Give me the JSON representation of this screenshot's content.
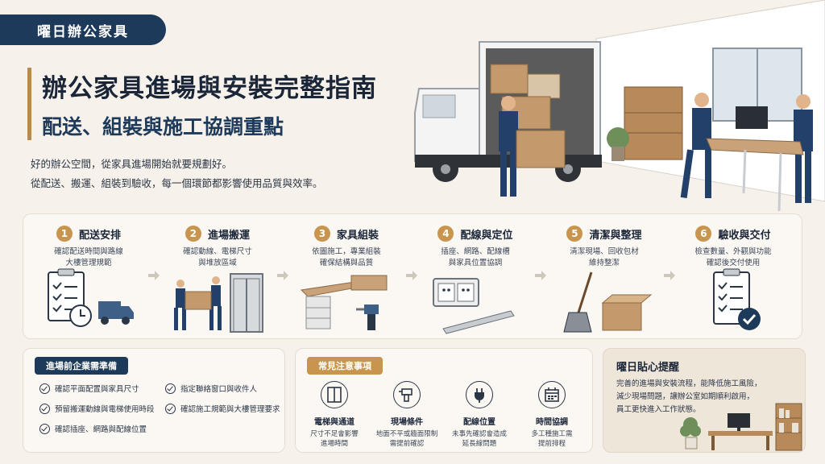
{
  "brand": "曜日辦公家具",
  "title": "辦公家具進場與安裝完整指南",
  "subtitle": "配送、組裝與施工協調重點",
  "intro": [
    "好的辦公空間，從家具進場開始就要規劃好。",
    "從配送、搬運、組裝到驗收，每一個環節都影響使用品質與效率。"
  ],
  "steps": [
    {
      "num": "1",
      "title": "配送安排",
      "desc": "確認配送時間與路線\n大樓管理規範",
      "icon": "clipboard-clock-truck-icon"
    },
    {
      "num": "2",
      "title": "進場搬運",
      "desc": "確認動線、電梯尺寸\n與堆放區域",
      "icon": "workers-elevator-icon"
    },
    {
      "num": "3",
      "title": "家具組裝",
      "desc": "依圖施工，專業組裝\n確保結構與品質",
      "icon": "desk-drill-icon"
    },
    {
      "num": "4",
      "title": "配線與定位",
      "desc": "插座、網路、配線槽\n與家具位置協調",
      "icon": "outlet-cable-tray-icon"
    },
    {
      "num": "5",
      "title": "清潔與整理",
      "desc": "清潔現場、回收包材\n維持整潔",
      "icon": "broom-box-icon"
    },
    {
      "num": "6",
      "title": "驗收與交付",
      "desc": "檢查數量、外觀與功能\n確認後交付使用",
      "icon": "checklist-approved-icon"
    }
  ],
  "prep": {
    "title": "進場前企業需準備",
    "items": [
      "確認平面配置與家具尺寸",
      "指定聯絡窗口與收件人",
      "預留搬運動線與電梯使用時段",
      "確認施工規範與大樓管理要求",
      "確認插座、網路與配線位置"
    ]
  },
  "notes": {
    "title": "常見注意事項",
    "items": [
      {
        "title": "電梯與通道",
        "desc": "尺寸不足會影響\n進場時間",
        "icon": "elevator-icon"
      },
      {
        "title": "現場條件",
        "desc": "地面不平或牆面限制\n需提前確認",
        "icon": "drill-icon"
      },
      {
        "title": "配線位置",
        "desc": "未事先確認會造成\n延長線問題",
        "icon": "plug-icon"
      },
      {
        "title": "時間協調",
        "desc": "多工種施工需\n提前排程",
        "icon": "calendar-icon"
      }
    ]
  },
  "tips": {
    "title": "曜日貼心提醒",
    "text": "完善的進場與安裝流程，能降低施工風險，\n減少現場問題，讓辦公室如期順利啟用，\n員工更快進入工作狀態。"
  },
  "colors": {
    "navy": "#1d3a5a",
    "gold": "#c8954e",
    "background": "#f6f1ea"
  }
}
